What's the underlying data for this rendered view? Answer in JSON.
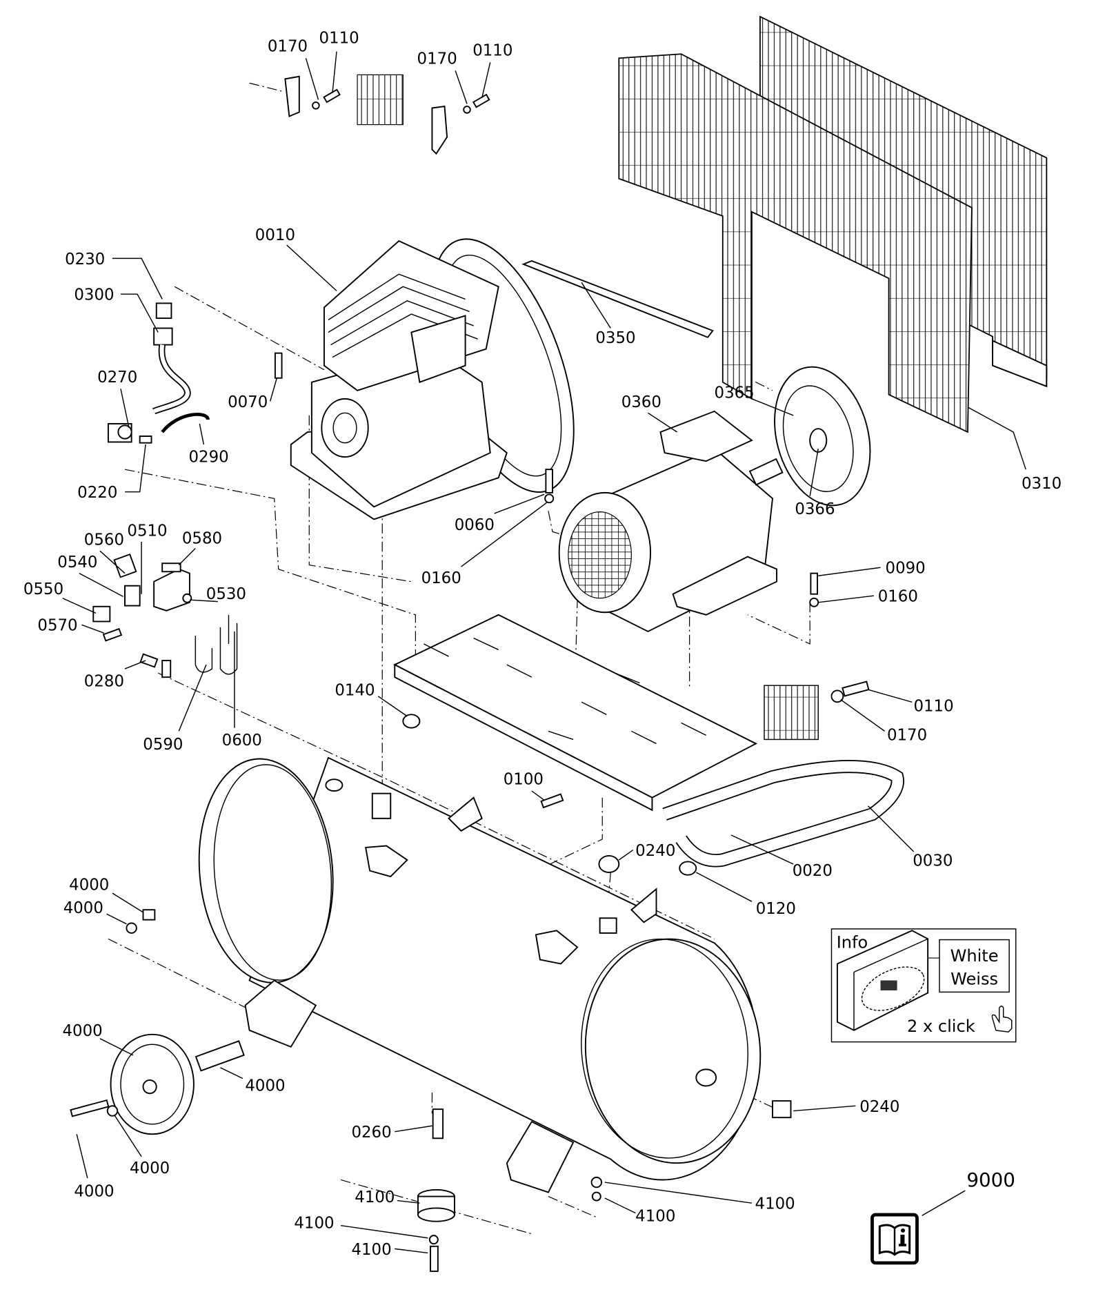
{
  "title": "Compressor exploded parts diagram",
  "labels": {
    "l0170a": "0170",
    "l0110a": "0110",
    "l0170b": "0170",
    "l0110b": "0110",
    "l0010": "0010",
    "l0230": "0230",
    "l0300": "0300",
    "l0350": "0350",
    "l0270": "0270",
    "l0070": "0070",
    "l0290": "0290",
    "l0220": "0220",
    "l0360": "0360",
    "l0365": "0365",
    "l0366": "0366",
    "l0310": "0310",
    "l0060": "0060",
    "l0160a": "0160",
    "l0560": "0560",
    "l0510": "0510",
    "l0580": "0580",
    "l0540": "0540",
    "l0550": "0550",
    "l0530": "0530",
    "l0570": "0570",
    "l0280": "0280",
    "l0590": "0590",
    "l0600": "0600",
    "l0090": "0090",
    "l0160b": "0160",
    "l0140": "0140",
    "l0110c": "0110",
    "l0170c": "0170",
    "l0100": "0100",
    "l0240a": "0240",
    "l0020": "0020",
    "l0030": "0030",
    "l0120": "0120",
    "l4000a": "4000",
    "l4000b": "4000",
    "l4000c": "4000",
    "l4000d": "4000",
    "l4000e": "4000",
    "l4000f": "4000",
    "l0240b": "0240",
    "l0260": "0260",
    "l4100a": "4100",
    "l4100b": "4100",
    "l4100c": "4100",
    "l4100d": "4100",
    "l4100e": "4100",
    "l9000": "9000"
  },
  "info_box": {
    "title": "Info",
    "color_line1": "White",
    "color_line2": "Weiss",
    "hint": "2 x click",
    "hint_icon": "hand-pointer-icon"
  },
  "manual_icon": "book-info-icon"
}
